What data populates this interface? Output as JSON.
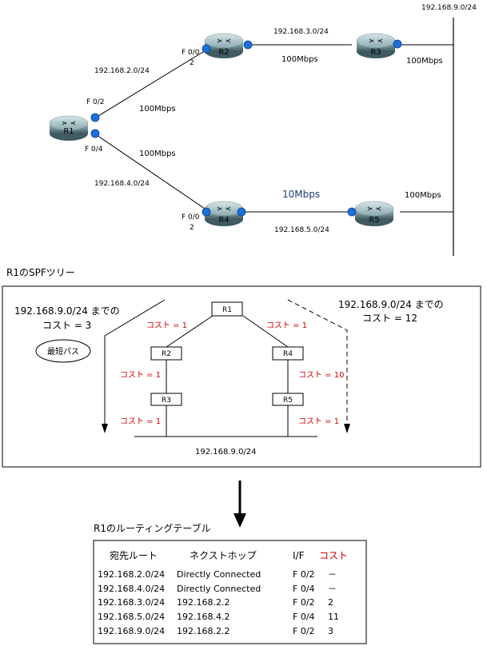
{
  "topology": {
    "routers": [
      "R1",
      "R2",
      "R3",
      "R4",
      "R5"
    ],
    "net_9": "192.168.9.0/24",
    "net_2": "192.168.2.0/24",
    "net_3": "192.168.3.0/24",
    "net_4": "192.168.4.0/24",
    "net_5": "192.168.5.0/24",
    "if_r1_top": "F 0/2",
    "if_r1_bottom": "F 0/4",
    "if_r2": "F 0/0",
    "if_r2_num": "2",
    "if_r4": "F 0/0",
    "if_r4_num": "2",
    "bw_r1r2": "100Mbps",
    "bw_r2r3": "100Mbps",
    "bw_r3": "100Mbps",
    "bw_r1r4": "100Mbps",
    "bw_r4r5": "10Mbps",
    "bw_r5": "100Mbps"
  },
  "spf": {
    "title": "R1のSPFツリー",
    "left_dest": "192.168.9.0/24 までの",
    "left_cost": "コスト = 3",
    "best_path": "最短パス",
    "right_dest": "192.168.9.0/24 までの",
    "right_cost": "コスト = 12",
    "nodes": [
      "R1",
      "R2",
      "R3",
      "R4",
      "R5"
    ],
    "cost_r1r2": "コスト = 1",
    "cost_r1r4": "コスト = 1",
    "cost_r2r3": "コスト = 1",
    "cost_r4r5": "コスト = 10",
    "cost_r3net": "コスト = 1",
    "cost_r5net": "コスト = 1",
    "net": "192.168.9.0/24"
  },
  "routing": {
    "title": "R1のルーティングテーブル",
    "headers": {
      "dest": "宛先ルート",
      "next": "ネクストホップ",
      "if": "I/F",
      "cost": "コスト"
    },
    "rows": [
      {
        "dest": "192.168.2.0/24",
        "next": "Directly Connected",
        "if": "F 0/2",
        "cost": "－"
      },
      {
        "dest": "192.168.4.0/24",
        "next": "Directly Connected",
        "if": "F 0/4",
        "cost": "－"
      },
      {
        "dest": "192.168.3.0/24",
        "next": "192.168.2.2",
        "if": "F 0/2",
        "cost": "2"
      },
      {
        "dest": "192.168.5.0/24",
        "next": "192.168.4.2",
        "if": "F 0/4",
        "cost": "11"
      },
      {
        "dest": "192.168.9.0/24",
        "next": "192.168.2.2",
        "if": "F 0/2",
        "cost": "3"
      }
    ]
  },
  "colors": {
    "cost_red": "#d40000",
    "bw_blue": "#1f3b78",
    "port_blue": "#1e6fd9"
  }
}
